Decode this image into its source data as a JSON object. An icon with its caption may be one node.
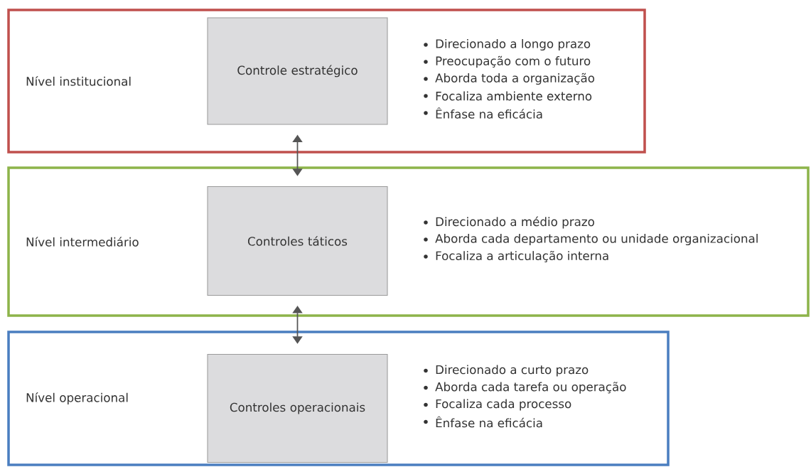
{
  "diagram": {
    "nodes": [
      {
        "text": [
          "Nível institucional",
          "Direcionado a longo prazo",
          "Preocupação com o futuro",
          "Aborda toda a organização",
          "Focaliza ambiente externo",
          "Ênfase na eficácia"
        ]
      },
      {
        "text": [
          "Controle estratégico"
        ],
        "in": 0
      },
      {
        "text": [
          "Nível intermediário",
          "Direcionado a médio prazo",
          "Aborda cada departamento ou unidade organizacional",
          "Focaliza a articulação interna"
        ]
      },
      {
        "text": [
          "Controles táticos"
        ],
        "in": 2
      },
      {
        "text": [
          "Nível operacional",
          "Direcionado a curto prazo",
          "Aborda cada tarefa ou operação",
          "Focaliza cada processo",
          "Ênfase na eficácia"
        ]
      },
      {
        "text": [
          "Controles operacionais"
        ],
        "in": 4
      }
    ],
    "edges": [
      {
        "from": 1,
        "to": 3,
        "arrow": "both"
      },
      {
        "from": 3,
        "to": 5,
        "arrow": "both"
      }
    ]
  }
}
